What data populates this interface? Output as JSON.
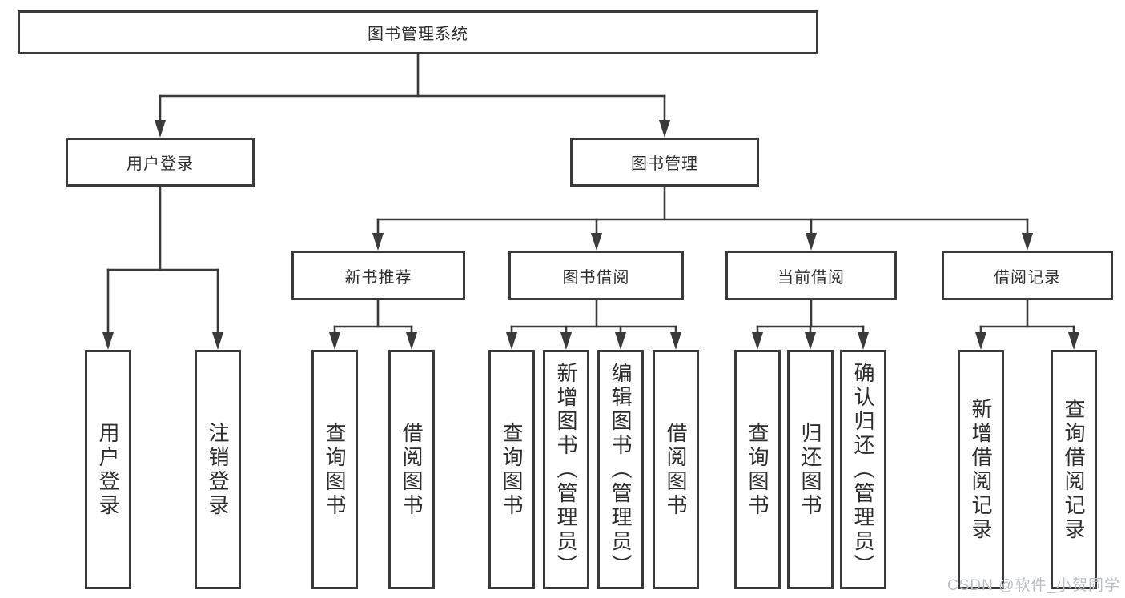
{
  "tree": {
    "root": {
      "label": "图书管理系统"
    },
    "branches": [
      {
        "label": "用户登录",
        "children": [
          {
            "label": "用户登录"
          },
          {
            "label": "注销登录"
          }
        ]
      },
      {
        "label": "图书管理",
        "children": [
          {
            "label": "新书推荐",
            "children": [
              {
                "label": "查询图书"
              },
              {
                "label": "借阅图书"
              }
            ]
          },
          {
            "label": "图书借阅",
            "children": [
              {
                "label": "查询图书"
              },
              {
                "label": "新增图书（管理员）"
              },
              {
                "label": "编辑图书（管理员）"
              },
              {
                "label": "借阅图书"
              }
            ]
          },
          {
            "label": "当前借阅",
            "children": [
              {
                "label": "查询图书"
              },
              {
                "label": "归还图书"
              },
              {
                "label": "确认归还（管理员）"
              }
            ]
          },
          {
            "label": "借阅记录",
            "children": [
              {
                "label": "新增借阅记录"
              },
              {
                "label": "查询借阅记录"
              }
            ]
          }
        ]
      }
    ]
  },
  "watermark": {
    "text": "CSDN @软件_小贺同学"
  },
  "colors": {
    "line": "#3a3a3a",
    "text": "#2d2d2d",
    "watermark": "#bcc0c6",
    "background": "#ffffff"
  }
}
